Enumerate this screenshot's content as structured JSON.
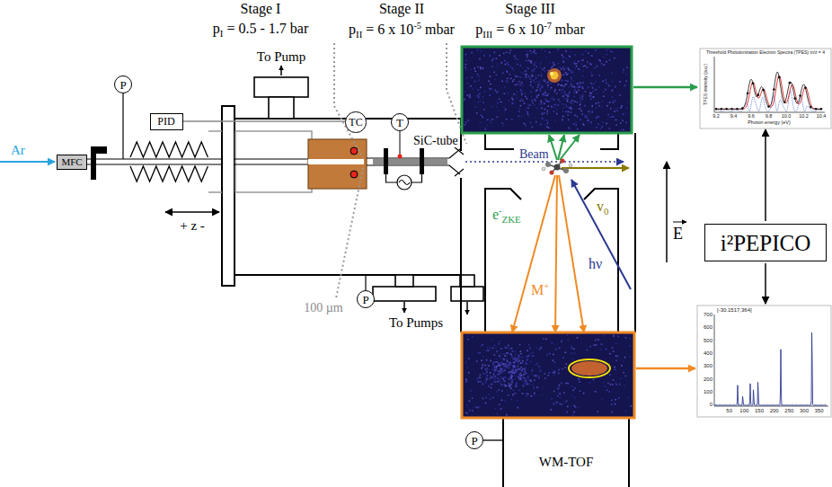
{
  "diagram": {
    "nodes": [
      {
        "text": [
          "MFC"
        ]
      },
      {
        "text": [
          "P"
        ]
      },
      {
        "text": [
          "PID"
        ]
      },
      {
        "text": [
          "TC"
        ]
      },
      {
        "text": [
          "T"
        ]
      },
      {
        "text": [
          "P"
        ]
      },
      {
        "text": [
          "i²PEPICO"
        ]
      },
      {
        "text": [
          "WM-TOF"
        ]
      },
      {
        "text": [
          "P"
        ]
      }
    ],
    "edges": [
      {
        "from": 2,
        "to": 3,
        "arrow": "none"
      },
      {
        "from": 8,
        "to": 7,
        "arrow": "none"
      }
    ],
    "labels": [
      "Stage I",
      "p",
      "I",
      "= 0.5 - 1.7 bar",
      "Stage II",
      "p",
      "II",
      "= 6 x 10",
      "-5",
      "mbar",
      "Stage III",
      "p",
      "III",
      "= 6 x 10",
      "-7",
      "mbar",
      "Ar",
      "To Pump",
      "+ z -",
      "100 µm",
      "SiC-tube",
      "To Pumps",
      "Beam",
      "e",
      "-",
      "ZKE",
      "v",
      "0",
      "M",
      "+",
      "hν",
      "E",
      "[-30.1517,364]",
      "700",
      "600",
      "500",
      "400",
      "300",
      "200",
      "100",
      "0",
      "50",
      "100",
      "150",
      "200",
      "250",
      "300",
      "350",
      "Threshold Photoionization Electron Spectra (TPES) m/z = 4",
      "Photon energy (eV)",
      "TPES intensity (a.u.)",
      "9.2",
      "9.4",
      "9.6",
      "9.8",
      "10.0",
      "10.2",
      "10.4"
    ]
  }
}
